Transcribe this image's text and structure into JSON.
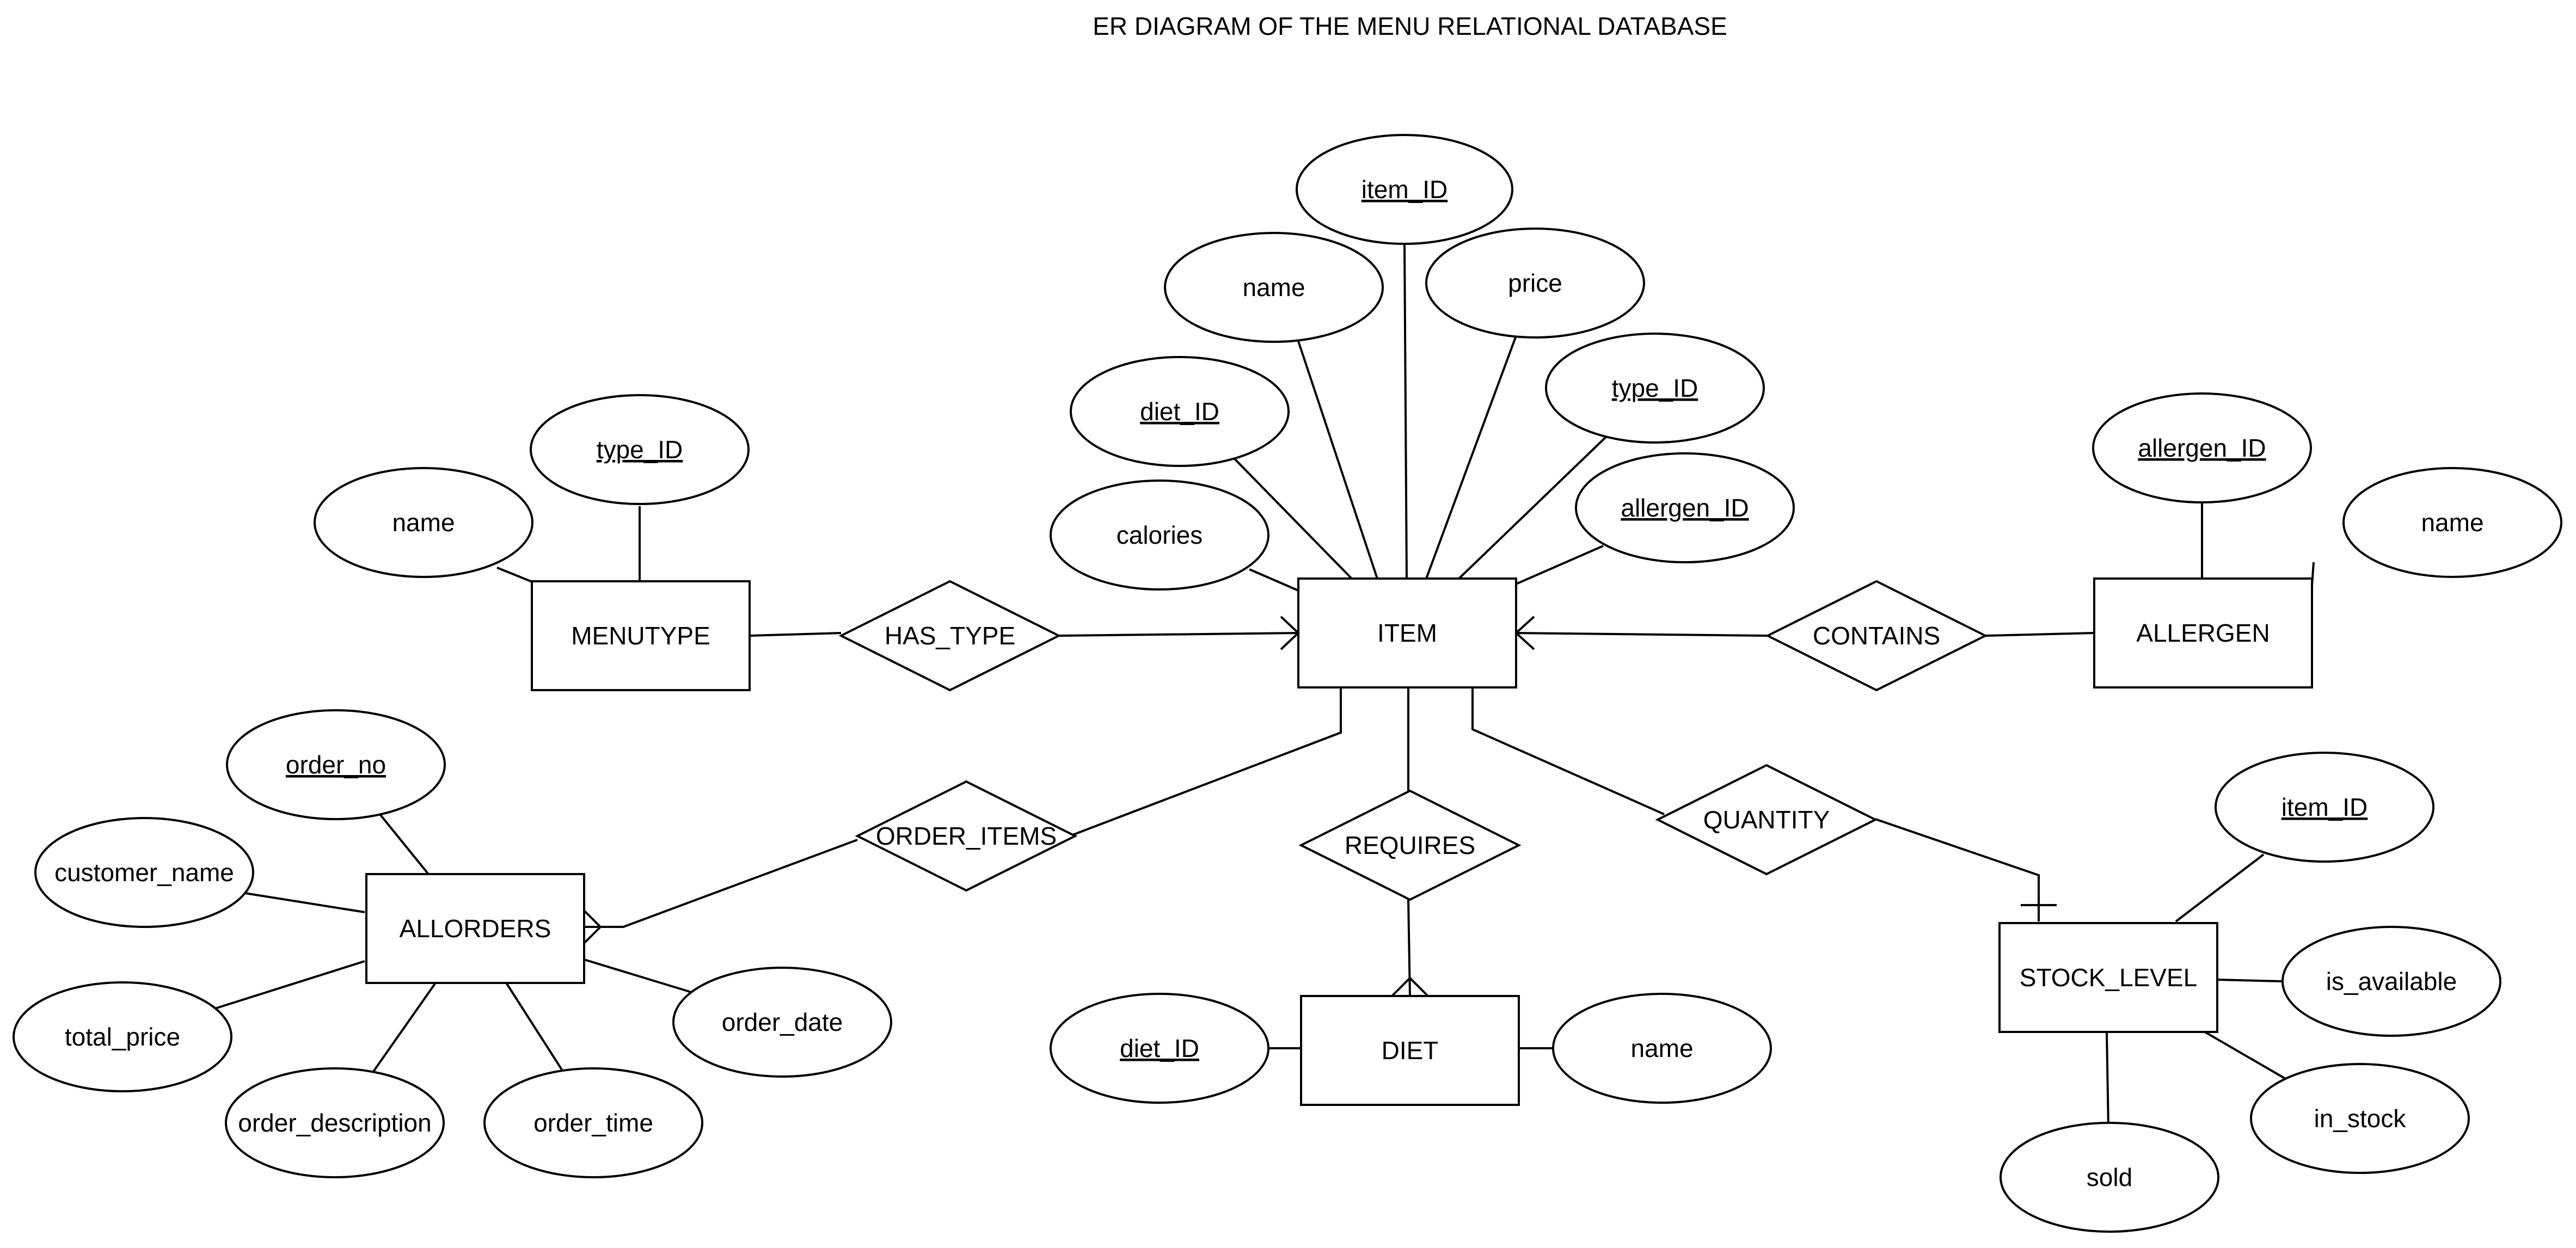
{
  "title": "ER DIAGRAM OF THE MENU RELATIONAL DATABASE",
  "entities": {
    "item": "ITEM",
    "menutype": "MENUTYPE",
    "allergen": "ALLERGEN",
    "allorders": "ALLORDERS",
    "diet": "DIET",
    "stock_level": "STOCK_LEVEL"
  },
  "relationships": {
    "has_type": "HAS_TYPE",
    "contains": "CONTAINS",
    "order_items": "ORDER_ITEMS",
    "requires": "REQUIRES",
    "quantity": "QUANTITY"
  },
  "attributes": {
    "item": {
      "item_id": "item_ID",
      "name": "name",
      "price": "price",
      "diet_id": "diet_ID",
      "type_id": "type_ID",
      "calories": "calories",
      "allergen_id": "allergen_ID"
    },
    "menutype": {
      "type_id": "type_ID",
      "name": "name"
    },
    "allergen": {
      "allergen_id": "allergen_ID",
      "name": "name"
    },
    "allorders": {
      "order_no": "order_no",
      "customer_name": "customer_name",
      "total_price": "total_price",
      "order_description": "order_description",
      "order_time": "order_time",
      "order_date": "order_date"
    },
    "diet": {
      "diet_id": "diet_ID",
      "name": "name"
    },
    "stock_level": {
      "item_id": "item_ID",
      "is_available": "is_available",
      "in_stock": "in_stock",
      "sold": "sold"
    }
  }
}
